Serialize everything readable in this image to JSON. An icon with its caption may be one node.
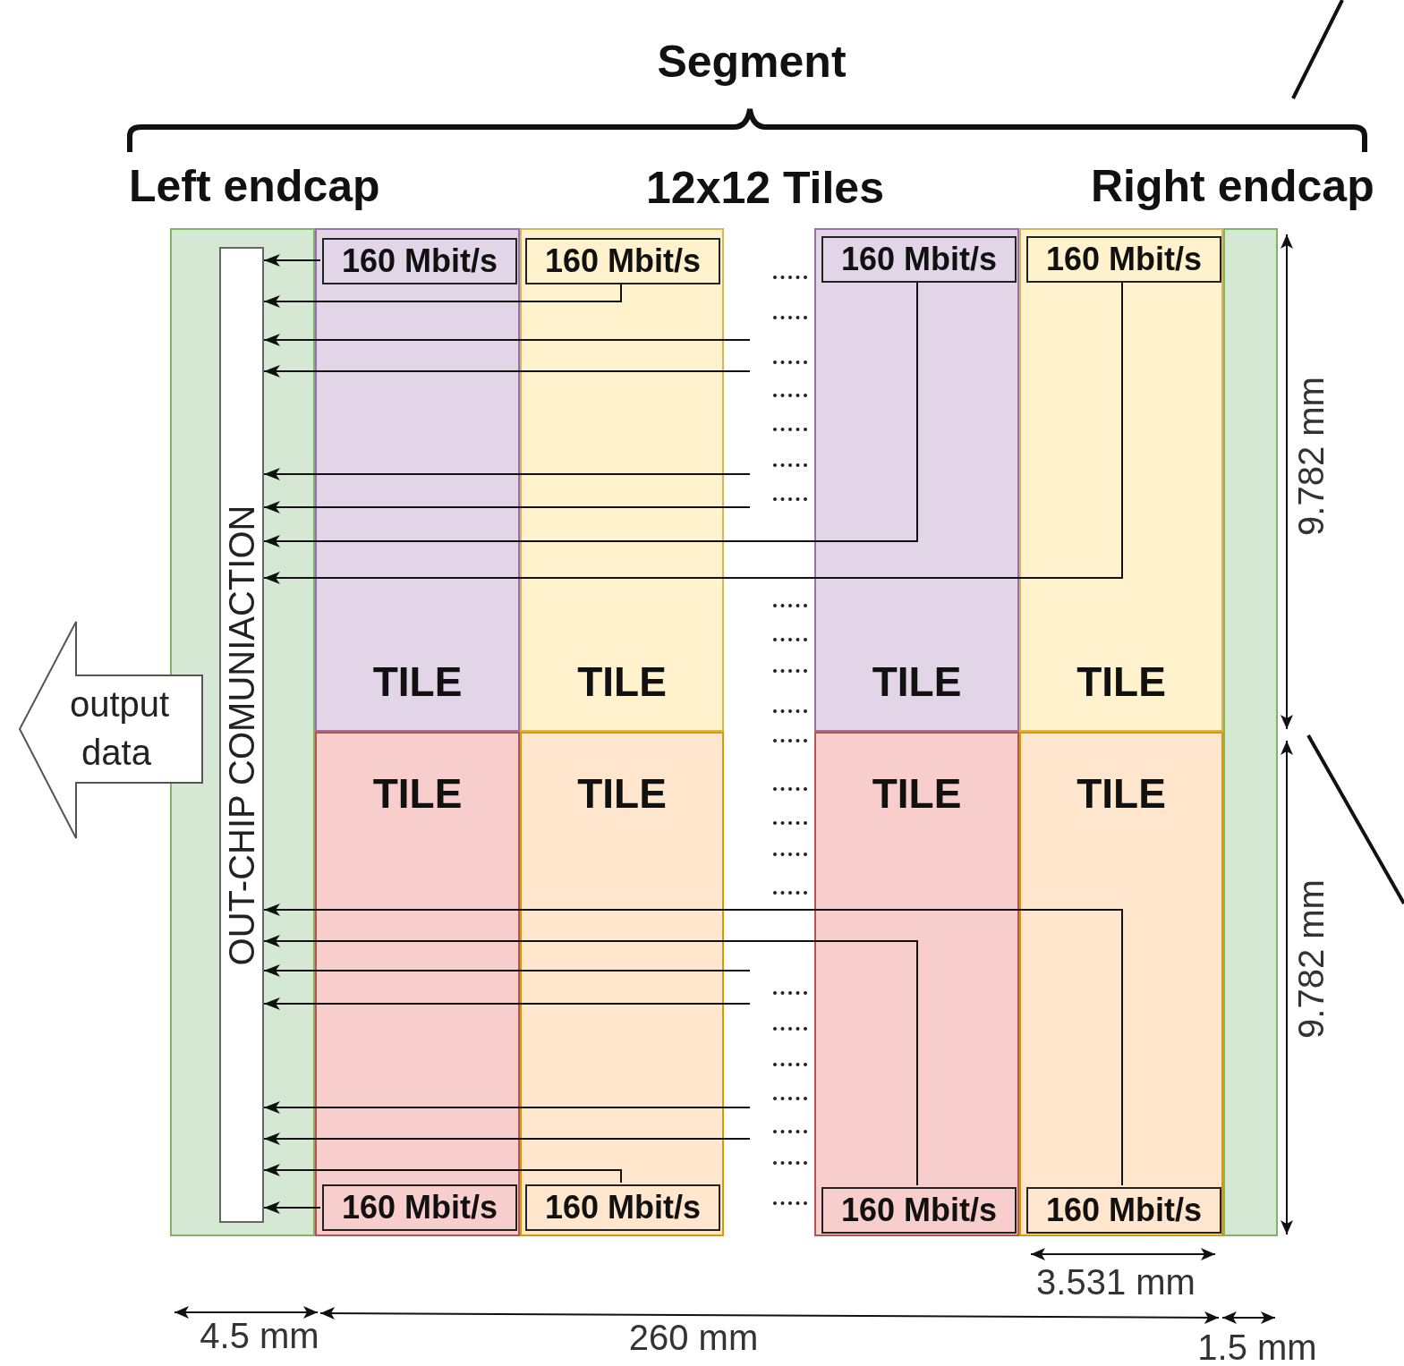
{
  "diagram": {
    "title": "Segment",
    "nodes": [
      {
        "text": [
          "Left endcap"
        ]
      },
      {
        "text": [
          "OUT-CHIP COMUNIACTION"
        ],
        "in": 0
      },
      {
        "text": [
          "TILE"
        ]
      },
      {
        "text": [
          "160 Mbit/s"
        ],
        "in": 2
      },
      {
        "text": [
          "TILE"
        ]
      },
      {
        "text": [
          "160 Mbit/s"
        ],
        "in": 4
      },
      {
        "text": [
          "TILE"
        ]
      },
      {
        "text": [
          "160 Mbit/s"
        ],
        "in": 6
      },
      {
        "text": [
          "TILE"
        ]
      },
      {
        "text": [
          "160 Mbit/s"
        ],
        "in": 8
      },
      {
        "text": [
          "Right endcap"
        ]
      },
      {
        "text": [
          "output data"
        ]
      },
      {
        "text": [
          "TILE"
        ]
      },
      {
        "text": [
          "160 Mbit/s"
        ],
        "in": 12
      },
      {
        "text": [
          "TILE"
        ]
      },
      {
        "text": [
          "160 Mbit/s"
        ],
        "in": 14
      },
      {
        "text": [
          "TILE"
        ]
      },
      {
        "text": [
          "160 Mbit/s"
        ],
        "in": 16
      },
      {
        "text": [
          "TILE"
        ]
      },
      {
        "text": [
          "160 Mbit/s"
        ],
        "in": 18
      }
    ],
    "edges": [
      {
        "from": 3,
        "to": 1,
        "arrow": "to"
      },
      {
        "from": 5,
        "to": 1,
        "arrow": "to"
      },
      {
        "from": null,
        "to": 1,
        "arrow": "to"
      },
      {
        "from": null,
        "to": 1,
        "arrow": "to"
      },
      {
        "from": null,
        "to": 1,
        "arrow": "to"
      },
      {
        "from": null,
        "to": 1,
        "arrow": "to"
      },
      {
        "from": 7,
        "to": 1,
        "arrow": "to"
      },
      {
        "from": 9,
        "to": 1,
        "arrow": "to"
      },
      {
        "from": 19,
        "to": 1,
        "arrow": "to"
      },
      {
        "from": 17,
        "to": 1,
        "arrow": "to"
      },
      {
        "from": null,
        "to": 1,
        "arrow": "to"
      },
      {
        "from": null,
        "to": 1,
        "arrow": "to"
      },
      {
        "from": null,
        "to": 1,
        "arrow": "to"
      },
      {
        "from": null,
        "to": 1,
        "arrow": "to"
      },
      {
        "from": 15,
        "to": 1,
        "arrow": "to"
      },
      {
        "from": 13,
        "to": 1,
        "arrow": "to"
      }
    ],
    "labels": [
      "12x12 Tiles",
      "9.782 mm",
      "9.782 mm",
      "3.531 mm",
      "4.5 mm",
      "260 mm",
      "1.5 mm"
    ]
  }
}
